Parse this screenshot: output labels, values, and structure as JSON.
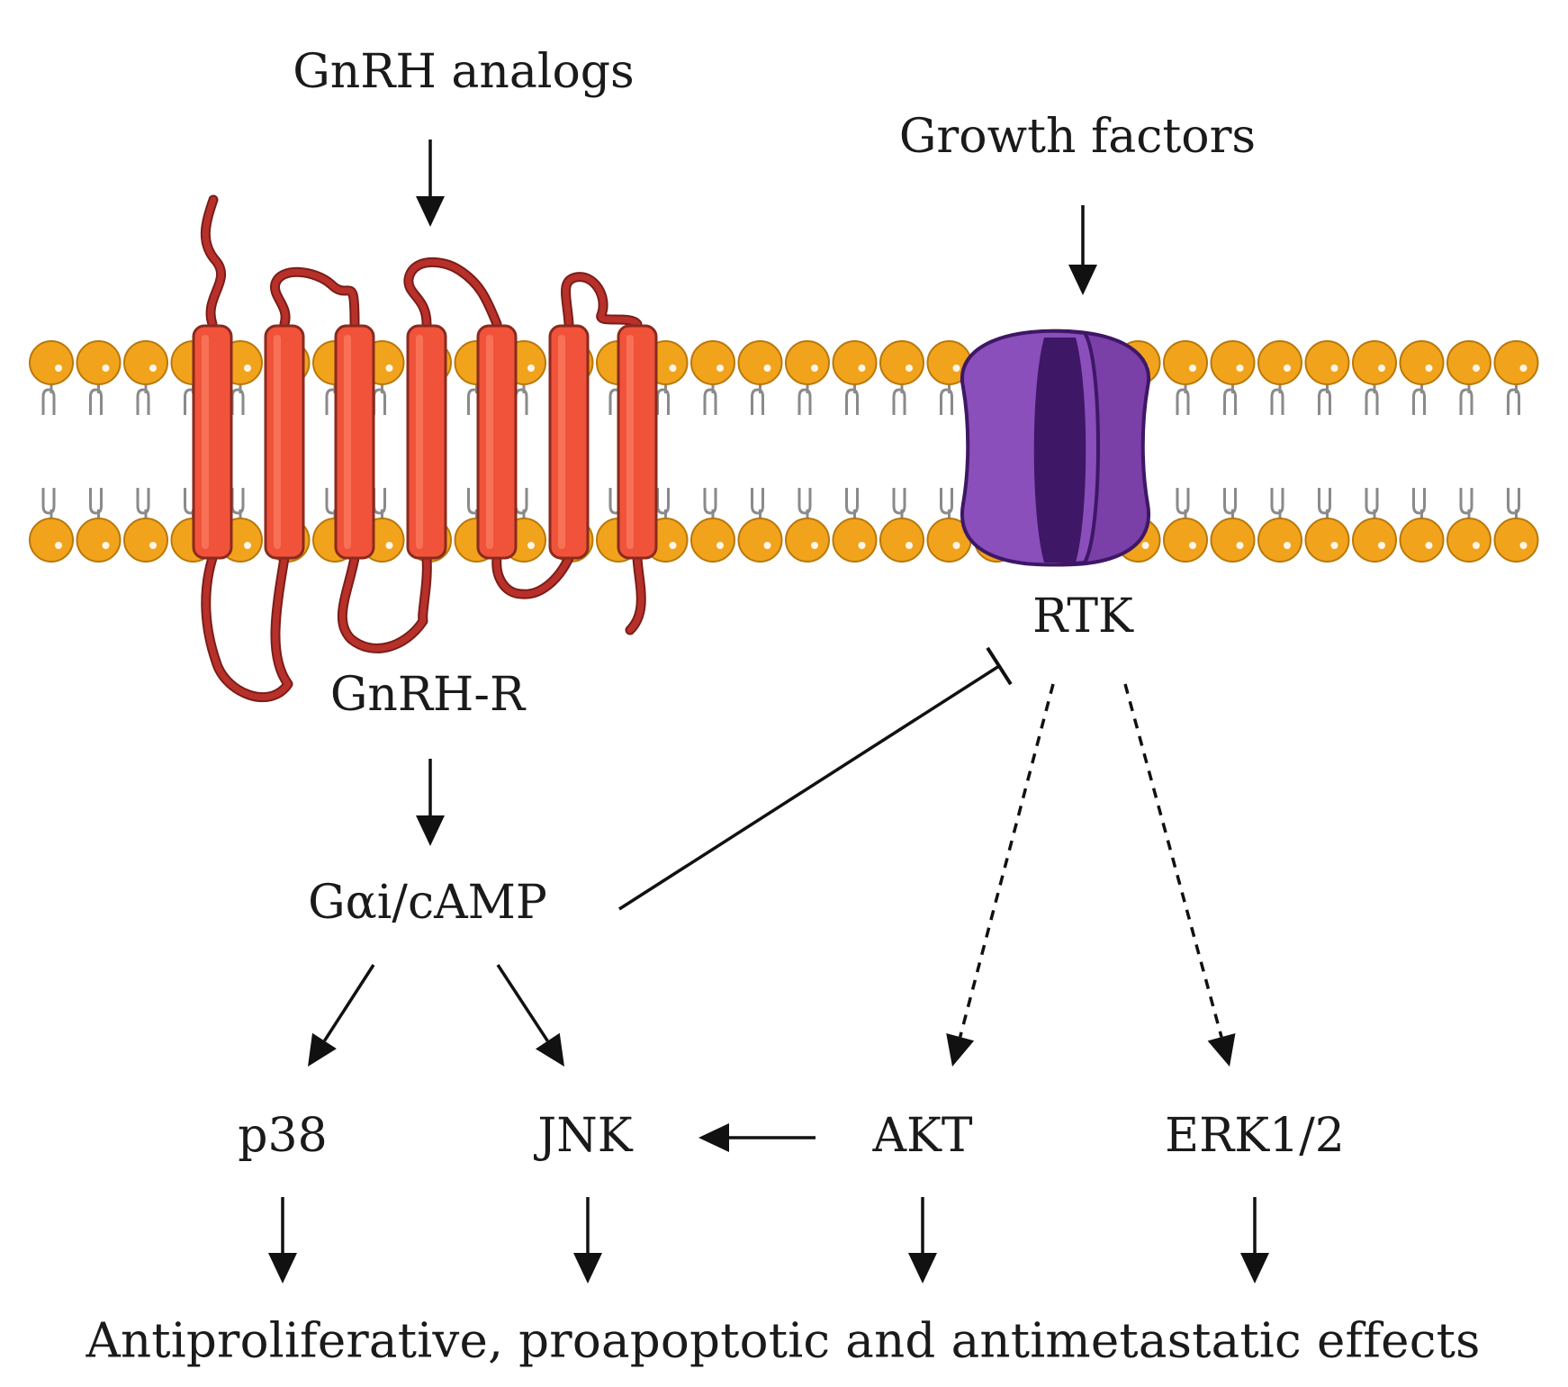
{
  "labels": {
    "gnrh_analogs": "GnRH analogs",
    "growth_factors": "Growth factors",
    "rtk": "RTK",
    "gnrh_r": "GnRH-R",
    "gai_camp": "Gαi/cAMP",
    "p38": "p38",
    "jnk": "JNK",
    "akt": "AKT",
    "erk": "ERK1/2",
    "effects": "Antiproliferative, proapoptotic and antimetastatic effects"
  },
  "colors": {
    "lipid_head": "#f2a31c",
    "lipid_head_outline": "#b8780a",
    "lipid_tail": "#8a8a8a",
    "receptor_helix": "#f0533a",
    "receptor_loop": "#b8302a",
    "rtk_body": "#7b3fa8",
    "rtk_dark": "#3e1766",
    "arrow": "#111111"
  },
  "icons": {
    "gnrh_receptor": "seven-transmembrane-receptor-icon",
    "rtk": "receptor-tyrosine-kinase-icon",
    "membrane": "lipid-bilayer"
  }
}
